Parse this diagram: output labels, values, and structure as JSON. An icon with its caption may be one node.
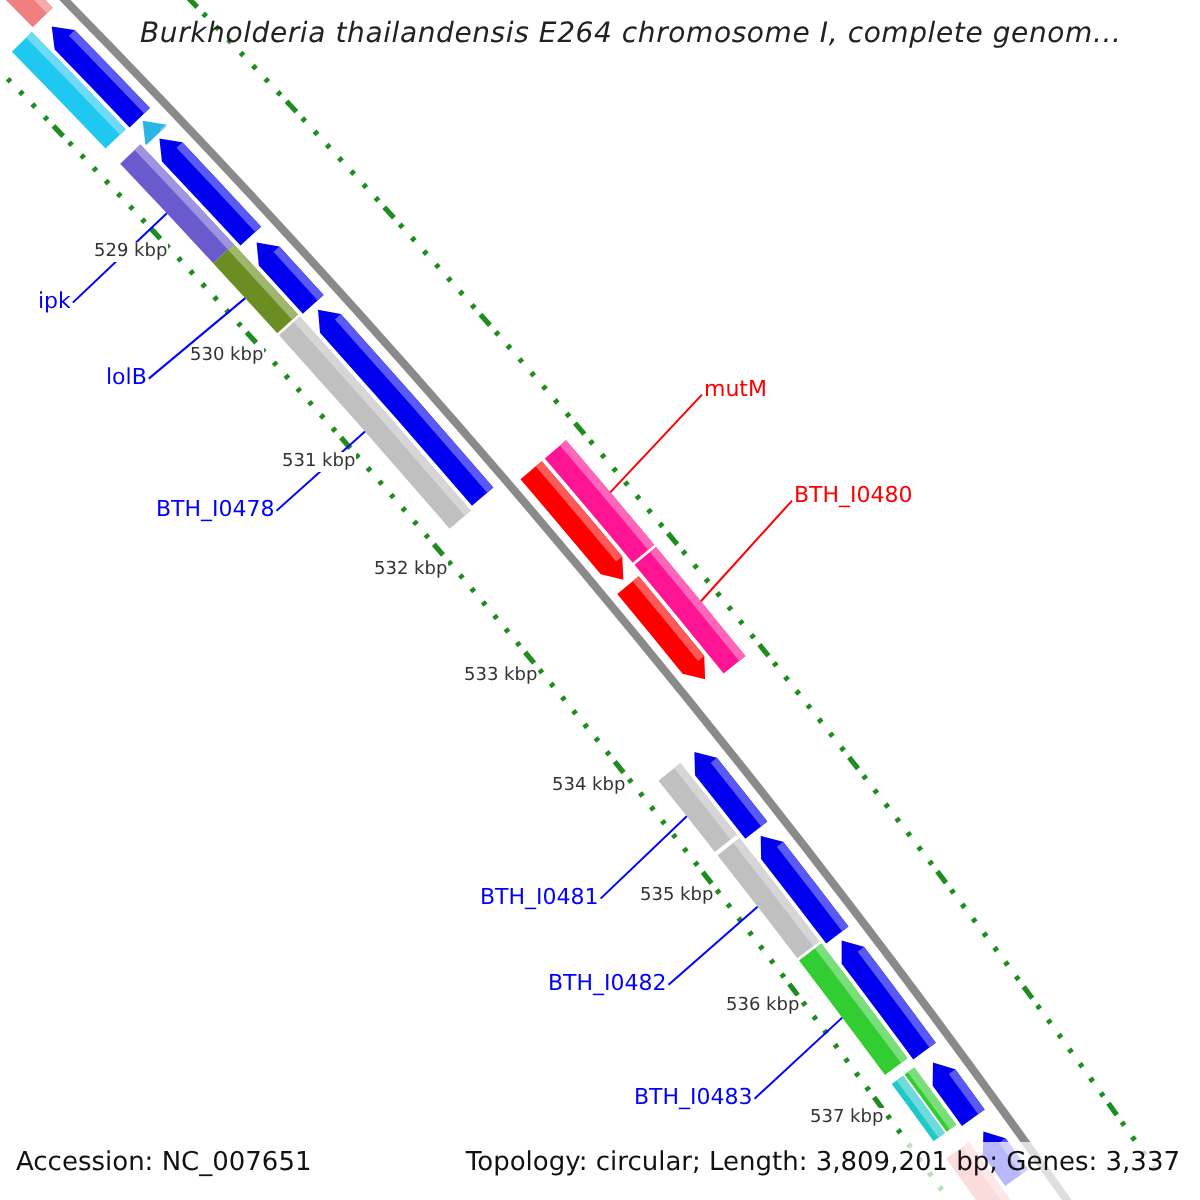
{
  "diagram": {
    "title": "Burkholderia thailandensis E264 chromosome I, complete genom...",
    "nodes": [
      {
        "text": [
          "ipk"
        ]
      },
      {
        "text": [
          "lolB"
        ]
      },
      {
        "text": [
          "BTH_I0478"
        ]
      },
      {
        "text": [
          "mutM"
        ]
      },
      {
        "text": [
          "BTH_I0480"
        ]
      },
      {
        "text": [
          "BTH_I0481"
        ]
      },
      {
        "text": [
          "BTH_I0482"
        ]
      },
      {
        "text": [
          "BTH_I0483"
        ]
      },
      {
        "text": [],
        "shape": "bar"
      },
      {
        "text": [],
        "shape": "bar"
      },
      {
        "text": [],
        "shape": "bar"
      },
      {
        "text": [],
        "shape": "bar"
      },
      {
        "text": [],
        "shape": "bar"
      },
      {
        "text": [],
        "shape": "bar"
      },
      {
        "text": [],
        "shape": "bar"
      },
      {
        "text": [],
        "shape": "bar"
      }
    ],
    "edges": [
      {
        "from": 0,
        "to": 8,
        "arrow": "none"
      },
      {
        "from": 1,
        "to": 9,
        "arrow": "none"
      },
      {
        "from": 2,
        "to": 10,
        "arrow": "none"
      },
      {
        "from": 3,
        "to": 11,
        "arrow": "none",
        "color": "#ff0000"
      },
      {
        "from": 4,
        "to": 12,
        "arrow": "none",
        "color": "#ff0000"
      },
      {
        "from": 5,
        "to": 13,
        "arrow": "none"
      },
      {
        "from": 6,
        "to": 14,
        "arrow": "none"
      },
      {
        "from": 7,
        "to": 15,
        "arrow": "none"
      }
    ],
    "labels": [
      "529 kbp",
      "530 kbp",
      "531 kbp",
      "532 kbp",
      "533 kbp",
      "534 kbp",
      "535 kbp",
      "536 kbp",
      "537 kbp",
      "Accession: NC_007651",
      "Topology: circular; Length: 3,809,201 bp; Genes: 3,337"
    ]
  }
}
